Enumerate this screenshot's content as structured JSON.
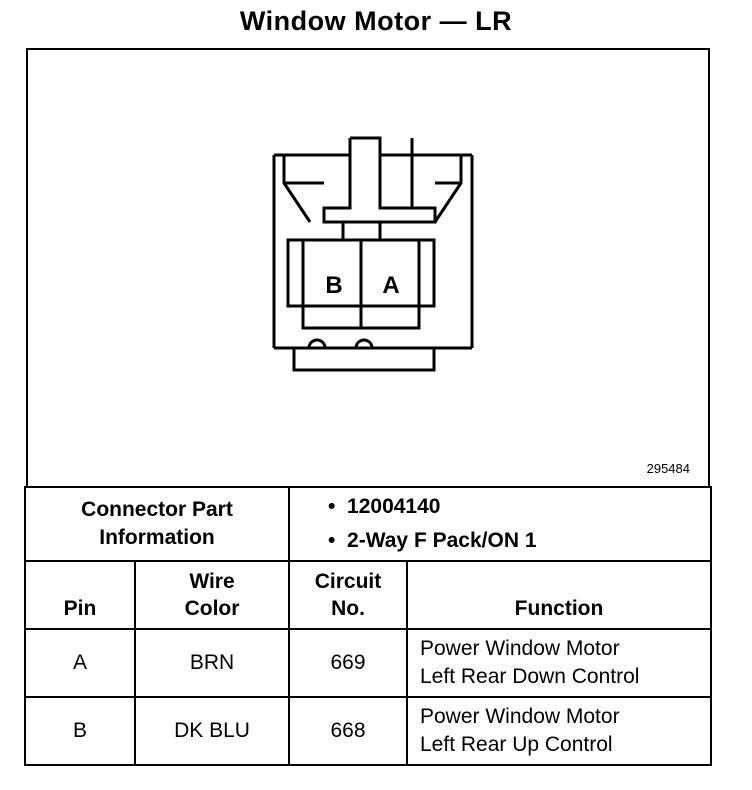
{
  "title": "Window Motor — LR",
  "figure_id": "295484",
  "connector": {
    "cavity_labels": [
      "B",
      "A"
    ]
  },
  "part_info": {
    "label_line1": "Connector Part",
    "label_line2": "Information",
    "values": [
      "12004140",
      "2-Way F Pack/ON 1"
    ],
    "bullet": "•"
  },
  "table": {
    "headers": {
      "pin": "Pin",
      "wire_color_line1": "Wire",
      "wire_color_line2": "Color",
      "circuit_line1": "Circuit",
      "circuit_line2": "No.",
      "function": "Function"
    },
    "rows": [
      {
        "pin": "A",
        "wire_color": "BRN",
        "circuit": "669",
        "function_line1": "Power Window Motor",
        "function_line2": "Left Rear Down Control"
      },
      {
        "pin": "B",
        "wire_color": "DK BLU",
        "circuit": "668",
        "function_line1": "Power Window Motor",
        "function_line2": "Left Rear Up Control"
      }
    ]
  }
}
